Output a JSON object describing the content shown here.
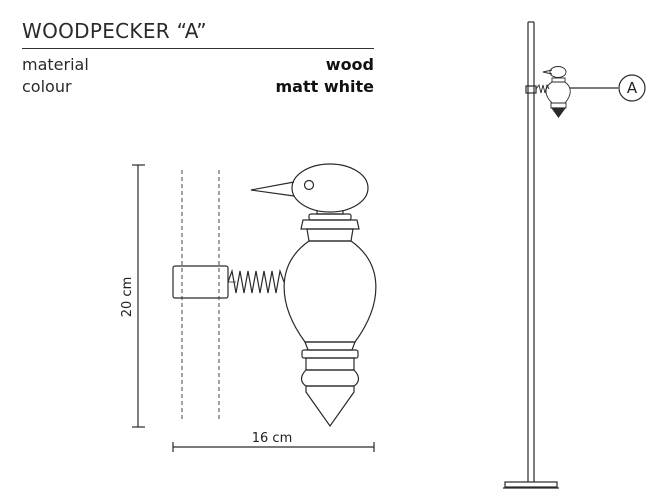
{
  "header": {
    "title": "WOODPECKER “A”"
  },
  "specs": [
    {
      "label": "material",
      "value": "wood"
    },
    {
      "label": "colour",
      "value": "matt white"
    }
  ],
  "dimensions": {
    "height": "20 cm",
    "width": "16 cm"
  },
  "callout": {
    "label": "A"
  },
  "colors": {
    "line": "#2a2a2a",
    "dashed": "#666666",
    "background": "#ffffff"
  }
}
